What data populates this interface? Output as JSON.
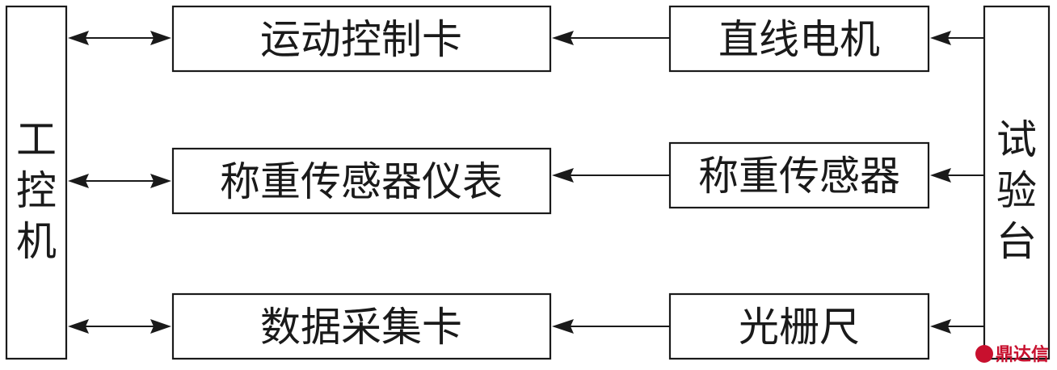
{
  "diagram": {
    "left_node": {
      "label": "工控机"
    },
    "right_node": {
      "label": "试验台"
    },
    "middle_nodes": [
      {
        "label": "运动控制卡"
      },
      {
        "label": "称重传感器仪表"
      },
      {
        "label": "数据采集卡"
      }
    ],
    "source_nodes": [
      {
        "label": "直线电机"
      },
      {
        "label": "称重传感器"
      },
      {
        "label": "光栅尺"
      }
    ]
  },
  "watermark": {
    "text": "鼎达信"
  }
}
